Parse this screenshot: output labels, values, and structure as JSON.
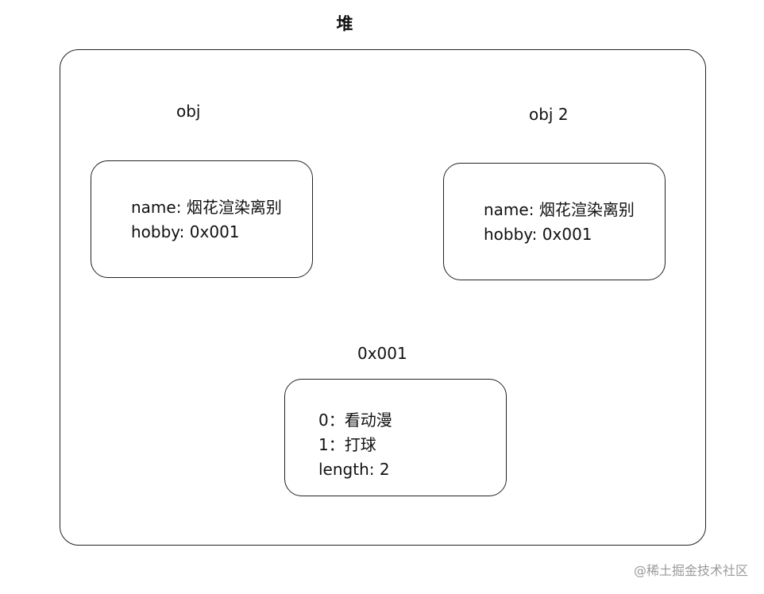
{
  "title": "堆",
  "objects": [
    {
      "label": "obj",
      "lines": [
        "name: 烟花渲染离别",
        "hobby: 0x001"
      ]
    },
    {
      "label": "obj 2",
      "lines": [
        "name: 烟花渲染离别",
        "hobby: 0x001"
      ]
    },
    {
      "label": "0x001",
      "lines": [
        "0：看动漫",
        "1：打球",
        "length: 2"
      ]
    }
  ],
  "watermark": "@稀土掘金技术社区"
}
